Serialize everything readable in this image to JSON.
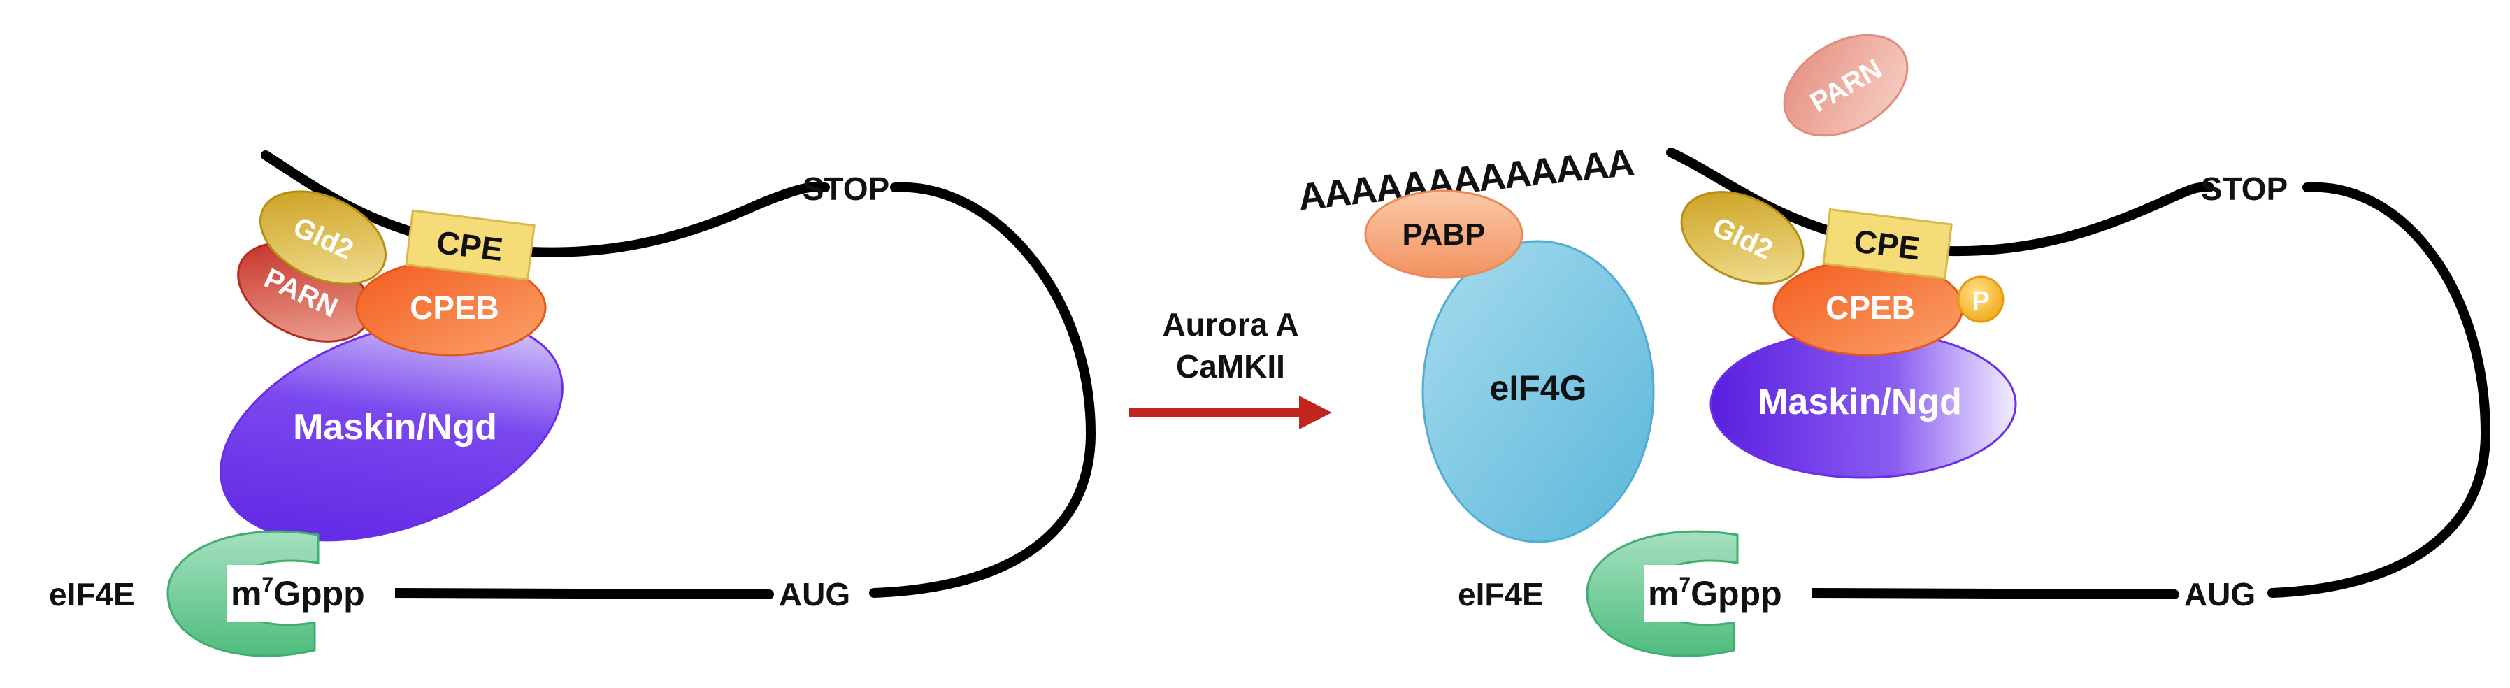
{
  "colors": {
    "rna_line": "#000000",
    "cpe_box": "#f6dc78",
    "gld2": "#d4b22a",
    "parn": "#c9302c",
    "parn_released": "#e8a195",
    "cpeb": "#f06428",
    "maskin": "#6a2ee8",
    "eif4e": "#5cc48c",
    "pabp": "#f4a173",
    "eif4g": "#7fc8e4",
    "phospho": "#f5b82e",
    "arrow": "#c0261e"
  },
  "left_state": {
    "cpe": "CPE",
    "gld2": "Gld2",
    "parn": "PARN",
    "cpeb": "CPEB",
    "maskin": "Maskin/Ngd",
    "cap_m": "m",
    "cap_sup": "7",
    "cap_rest": "Gppp",
    "eif4e": "eIF4E",
    "stop": "STOP",
    "aug": "AUG"
  },
  "transition": {
    "line1": "Aurora A",
    "line2": "CaMKII"
  },
  "right_state": {
    "polyA": "AAAAAAAAAAAAA",
    "parn_released": "PARN",
    "pabp": "PABP",
    "eif4g": "eIF4G",
    "cpe": "CPE",
    "gld2": "Gld2",
    "cpeb": "CPEB",
    "phospho": "P",
    "maskin": "Maskin/Ngd",
    "cap_m": "m",
    "cap_sup": "7",
    "cap_rest": "Gppp",
    "eif4e": "eIF4E",
    "stop": "STOP",
    "aug": "AUG"
  }
}
